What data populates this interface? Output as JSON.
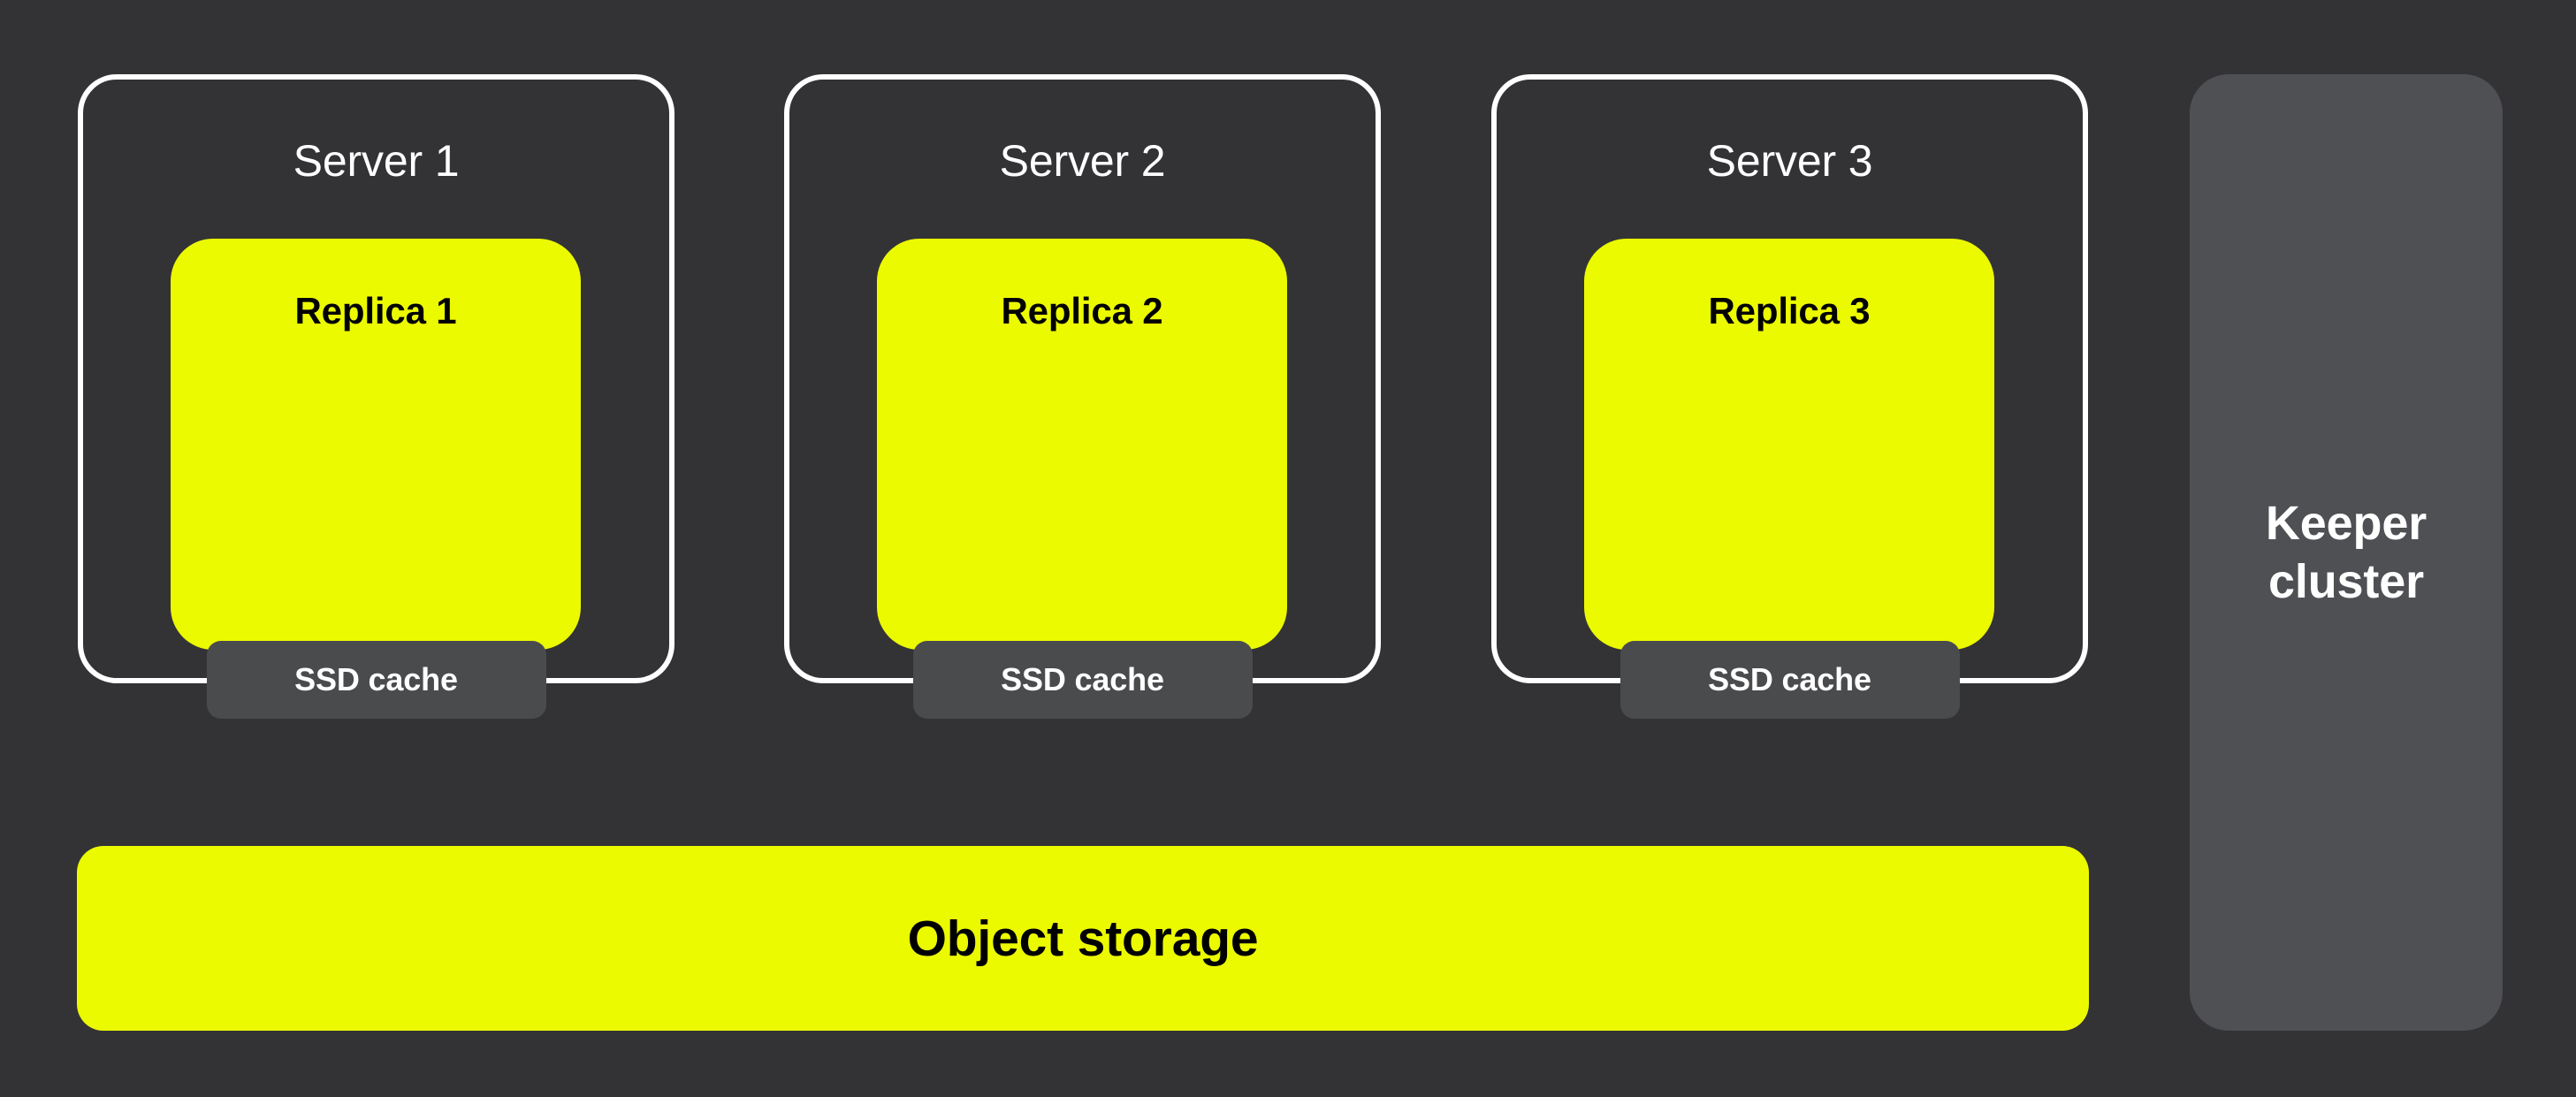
{
  "servers": [
    {
      "label": "Server 1",
      "replica_label": "Replica 1",
      "cache_label": "SSD cache"
    },
    {
      "label": "Server 2",
      "replica_label": "Replica 2",
      "cache_label": "SSD cache"
    },
    {
      "label": "Server 3",
      "replica_label": "Replica 3",
      "cache_label": "SSD cache"
    }
  ],
  "object_storage": {
    "label": "Object storage"
  },
  "keeper_cluster": {
    "label": "Keeper cluster",
    "lines": [
      "Keeper",
      "cluster"
    ]
  },
  "colors": {
    "background": "#333336",
    "accent_yellow": "#ECFA00",
    "cache_pill_gray": "#4A4B4D",
    "keeper_gray": "#4F5054",
    "outline_white": "#FFFFFF",
    "label_black": "#000000"
  }
}
